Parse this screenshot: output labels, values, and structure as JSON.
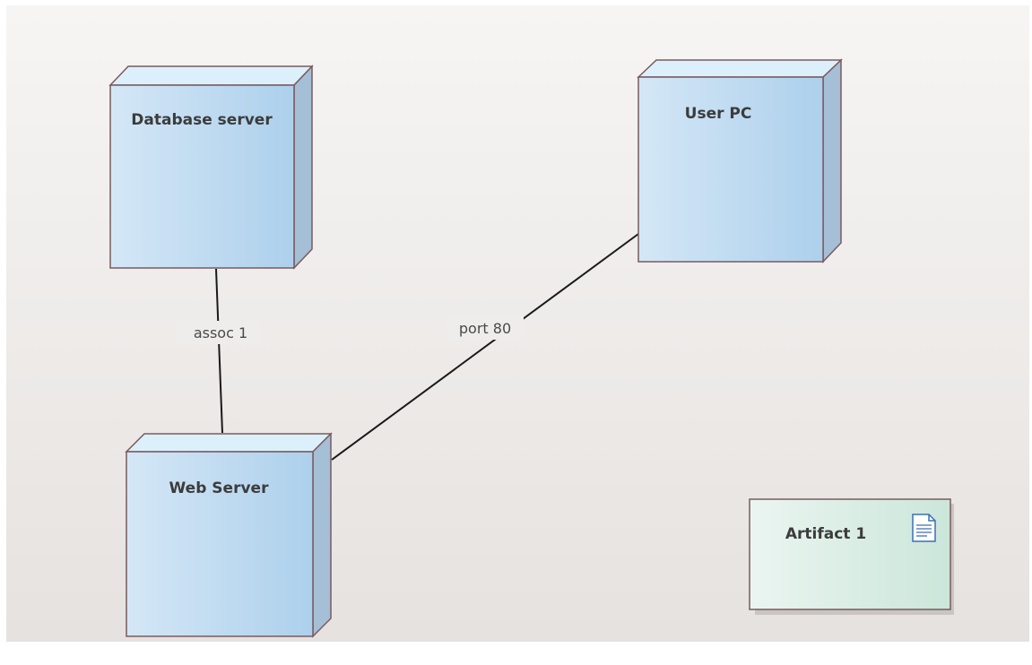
{
  "diagram": {
    "nodes": [
      {
        "id": "database-server",
        "label": "Database server",
        "type": "node"
      },
      {
        "id": "user-pc",
        "label": "User PC",
        "type": "node"
      },
      {
        "id": "web-server",
        "label": "Web Server",
        "type": "node"
      }
    ],
    "artifacts": [
      {
        "id": "artifact-1",
        "label": "Artifact 1",
        "icon": "document-icon"
      }
    ],
    "connectors": [
      {
        "id": "assoc-1",
        "from": "database-server",
        "to": "web-server",
        "label": "assoc 1"
      },
      {
        "id": "port-80",
        "from": "web-server",
        "to": "user-pc",
        "label": "port 80"
      }
    ]
  },
  "colors": {
    "canvas_top": "#f6f5f4",
    "canvas_bottom": "#e6e2df",
    "node_light": "#d2e6f6",
    "node_dark": "#aed0ec",
    "node_top": "#dbeffb",
    "node_side": "#a2bed6",
    "node_stroke": "#7a5a5e",
    "artifact_light": "#e9f4ef",
    "artifact_dark": "#cde7dc",
    "connector": "#1a1a1a"
  }
}
